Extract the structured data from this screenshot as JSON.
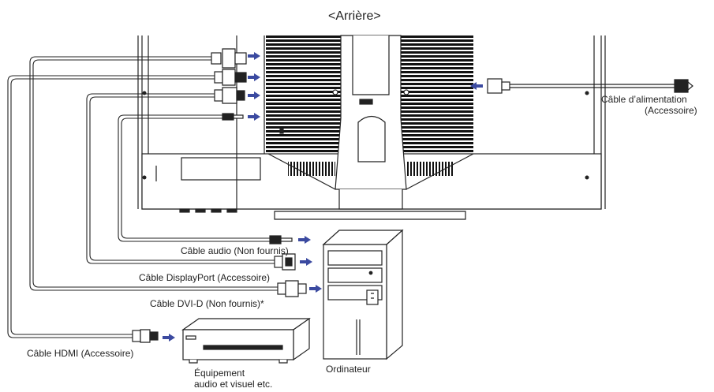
{
  "title": "<Arrière>",
  "colors": {
    "arrow": "#3b4aa0",
    "line": "#222222",
    "monitor_fill": "#ffffff",
    "vent": "#111111"
  },
  "labels": {
    "power_cable_line1": "Câble d’alimentation",
    "power_cable_line2": "(Accessoire)",
    "audio_cable": "Câble audio (Non fournis)",
    "displayport_cable": "Câble DisplayPort (Accessoire)",
    "dvi_cable": "Câble DVI-D (Non fournis)*",
    "hdmi_cable": "Câble HDMI (Accessoire)",
    "av_equipment_line1": "Équipement",
    "av_equipment_line2": "audio et visuel etc.",
    "computer": "Ordinateur"
  }
}
